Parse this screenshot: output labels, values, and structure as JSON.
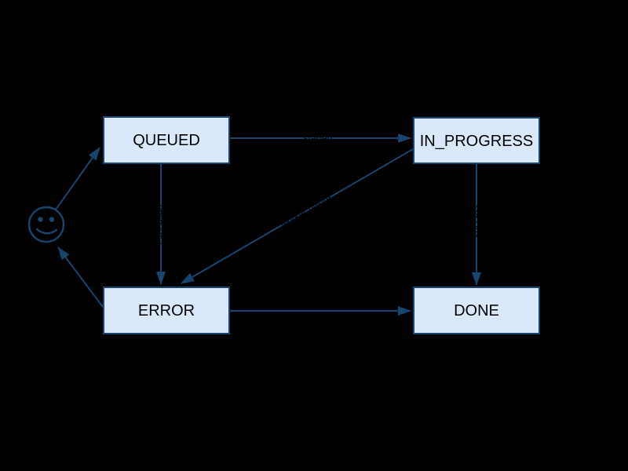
{
  "diagram": {
    "type": "state-machine",
    "background_color": "#000000",
    "colors": {
      "node_fill": "#dae8fc",
      "node_stroke": "#17456e",
      "edge_stroke": "#17456e",
      "node_text": "#000000",
      "edge_label_text": "#000000"
    },
    "nodes": {
      "start": {
        "icon": "smiley-face",
        "label": ""
      },
      "queued": {
        "label": "QUEUED"
      },
      "in_progress": {
        "label": "IN_PROGRESS"
      },
      "error": {
        "label": "ERROR"
      },
      "done": {
        "label": "DONE"
      }
    },
    "edges": [
      {
        "from": "start",
        "to": "queued",
        "label": ""
      },
      {
        "from": "queued",
        "to": "in_progress",
        "label": "started"
      },
      {
        "from": "queued",
        "to": "error",
        "label": "cancelled"
      },
      {
        "from": "in_progress",
        "to": "done",
        "label": "success"
      },
      {
        "from": "in_progress",
        "to": "error",
        "label": "worker failure"
      },
      {
        "from": "error",
        "to": "done",
        "label": ""
      },
      {
        "from": "error",
        "to": "start",
        "label": ""
      }
    ]
  }
}
